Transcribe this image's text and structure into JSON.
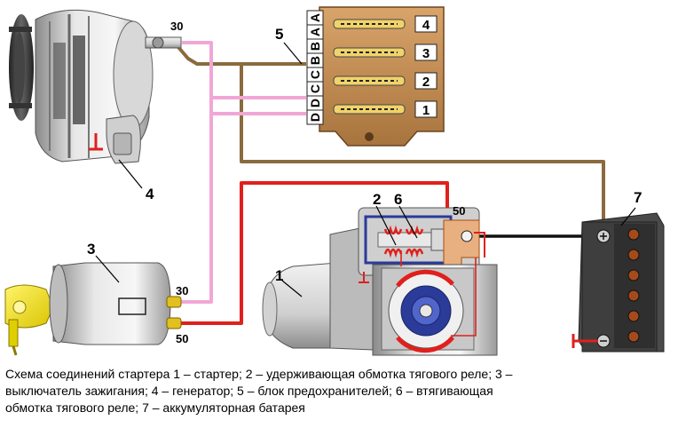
{
  "labels": {
    "n1": "1",
    "n2": "2",
    "n3": "3",
    "n4": "4",
    "n5": "5",
    "n6": "6",
    "n7": "7",
    "gen_terminal": "30",
    "starter_terminal": "50",
    "switch_terminal_30": "30",
    "switch_terminal_50": "50"
  },
  "fuse_box": {
    "letters": [
      "A",
      "A",
      "B",
      "B",
      "C",
      "C",
      "D",
      "D"
    ],
    "numbers": [
      "4",
      "3",
      "2",
      "1"
    ]
  },
  "caption": {
    "line1": "Схема соединений стартера 1 – стартер; 2 – удерживающая обмотка тягового реле; 3 –",
    "line2": "выключатель зажигания; 4 – генератор; 5 – блок предохранителей; 6 – втягивающая",
    "line3": "обмотка тягового реле; 7 – аккумуляторная батарея"
  },
  "colors": {
    "wire_brown": "#8b6a3e",
    "wire_pink": "#f2a6d6",
    "wire_red": "#e0201c",
    "wire_black": "#111111",
    "fuse_box_body": "#c8945a",
    "key_yellow": "#f5e400",
    "starter_core_blue": "#2b3b9a"
  }
}
